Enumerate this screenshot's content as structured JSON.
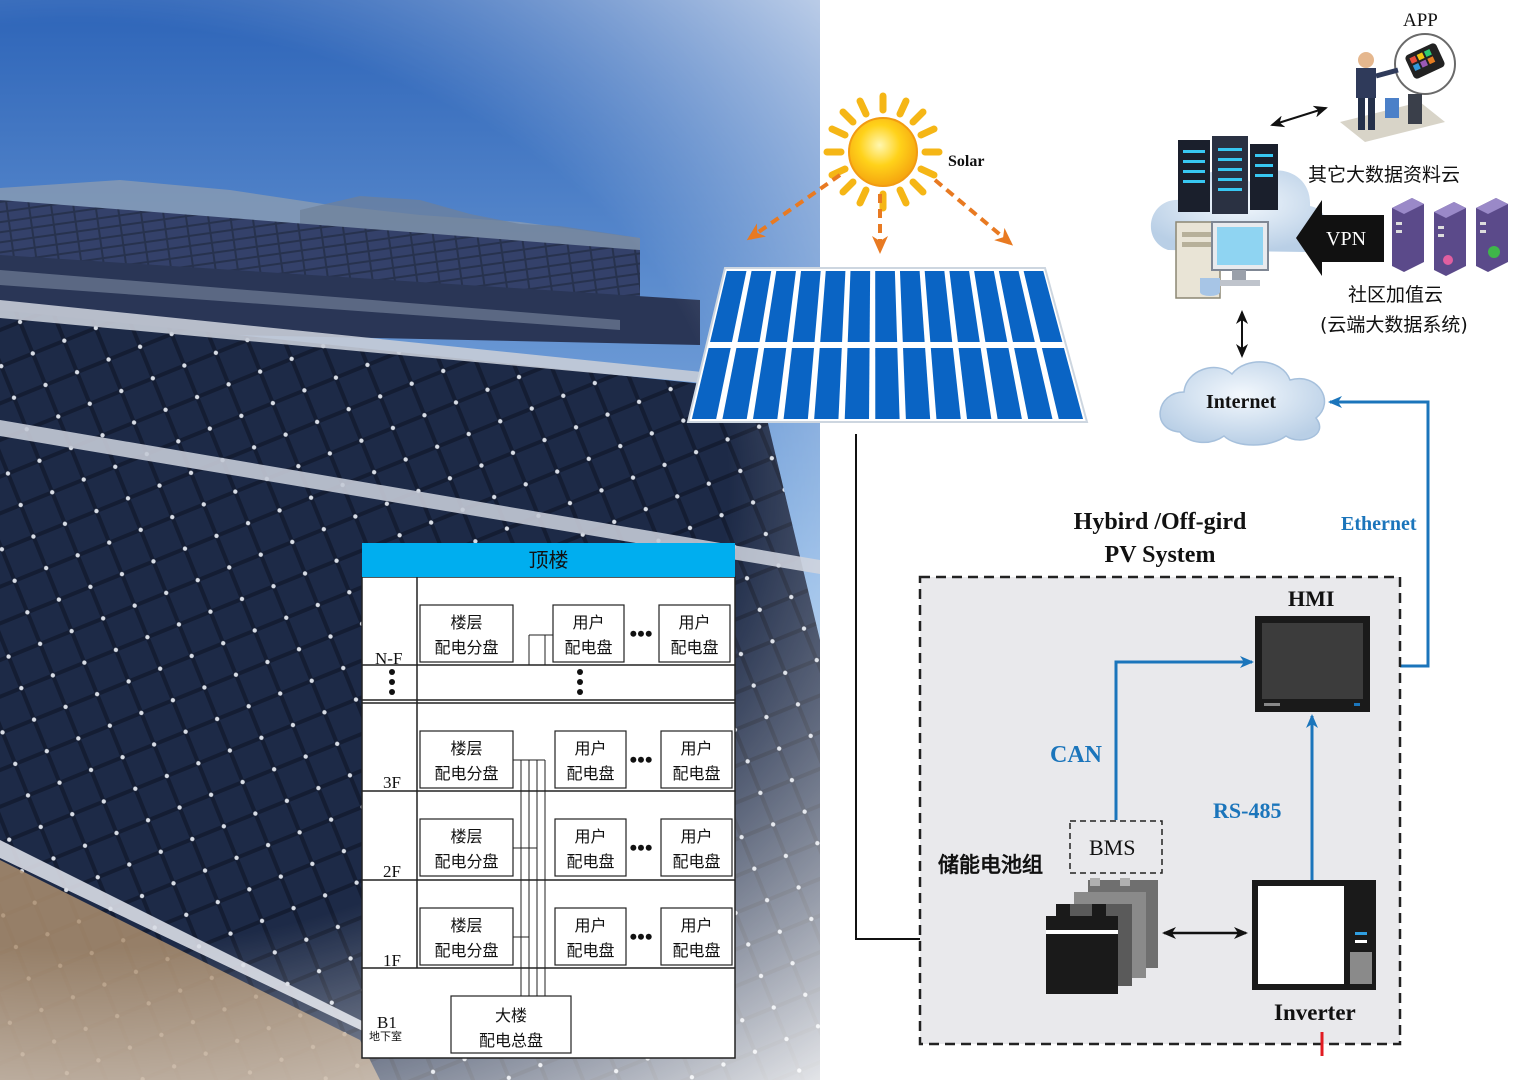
{
  "labels": {
    "solar": "Solar",
    "app": "APP",
    "other_cloud": "其它大数据资料云",
    "vpn": "VPN",
    "community_cloud_line1": "社区加值云",
    "community_cloud_line2": "(云端大数据系统)",
    "internet": "Internet",
    "ethernet": "Ethernet",
    "system_title_line1": "Hybird /Off-gird",
    "system_title_line2": "PV System",
    "hmi": "HMI",
    "can": "CAN",
    "rs485": "RS-485",
    "bms": "BMS",
    "battery": "储能电池组",
    "inverter": "Inverter"
  },
  "building": {
    "title": "顶楼",
    "dots": "•••",
    "floors": [
      {
        "label": "N-F",
        "boxes": [
          {
            "line1": "楼层",
            "line2": "配电分盘"
          },
          {
            "line1": "用户",
            "line2": "配电盘"
          },
          {
            "line1": "用户",
            "line2": "配电盘"
          }
        ]
      },
      {
        "label": "3F",
        "boxes": [
          {
            "line1": "楼层",
            "line2": "配电分盘"
          },
          {
            "line1": "用户",
            "line2": "配电盘"
          },
          {
            "line1": "用户",
            "line2": "配电盘"
          }
        ]
      },
      {
        "label": "2F",
        "boxes": [
          {
            "line1": "楼层",
            "line2": "配电分盘"
          },
          {
            "line1": "用户",
            "line2": "配电盘"
          },
          {
            "line1": "用户",
            "line2": "配电盘"
          }
        ]
      },
      {
        "label": "1F",
        "boxes": [
          {
            "line1": "楼层",
            "line2": "配电分盘"
          },
          {
            "line1": "用户",
            "line2": "配电盘"
          },
          {
            "line1": "用户",
            "line2": "配电盘"
          }
        ]
      }
    ],
    "basement": {
      "label": "B1",
      "sublabel": "地下室",
      "box_line1": "大楼",
      "box_line2": "配电总盘"
    }
  },
  "colors": {
    "link_blue": "#1b75bb",
    "header_blue": "#00aeef",
    "panel_blue": "#0a64c4",
    "sun_orange": "#f08a1c",
    "arrow_orange": "#e87a22",
    "tick_red": "#e11b22"
  }
}
